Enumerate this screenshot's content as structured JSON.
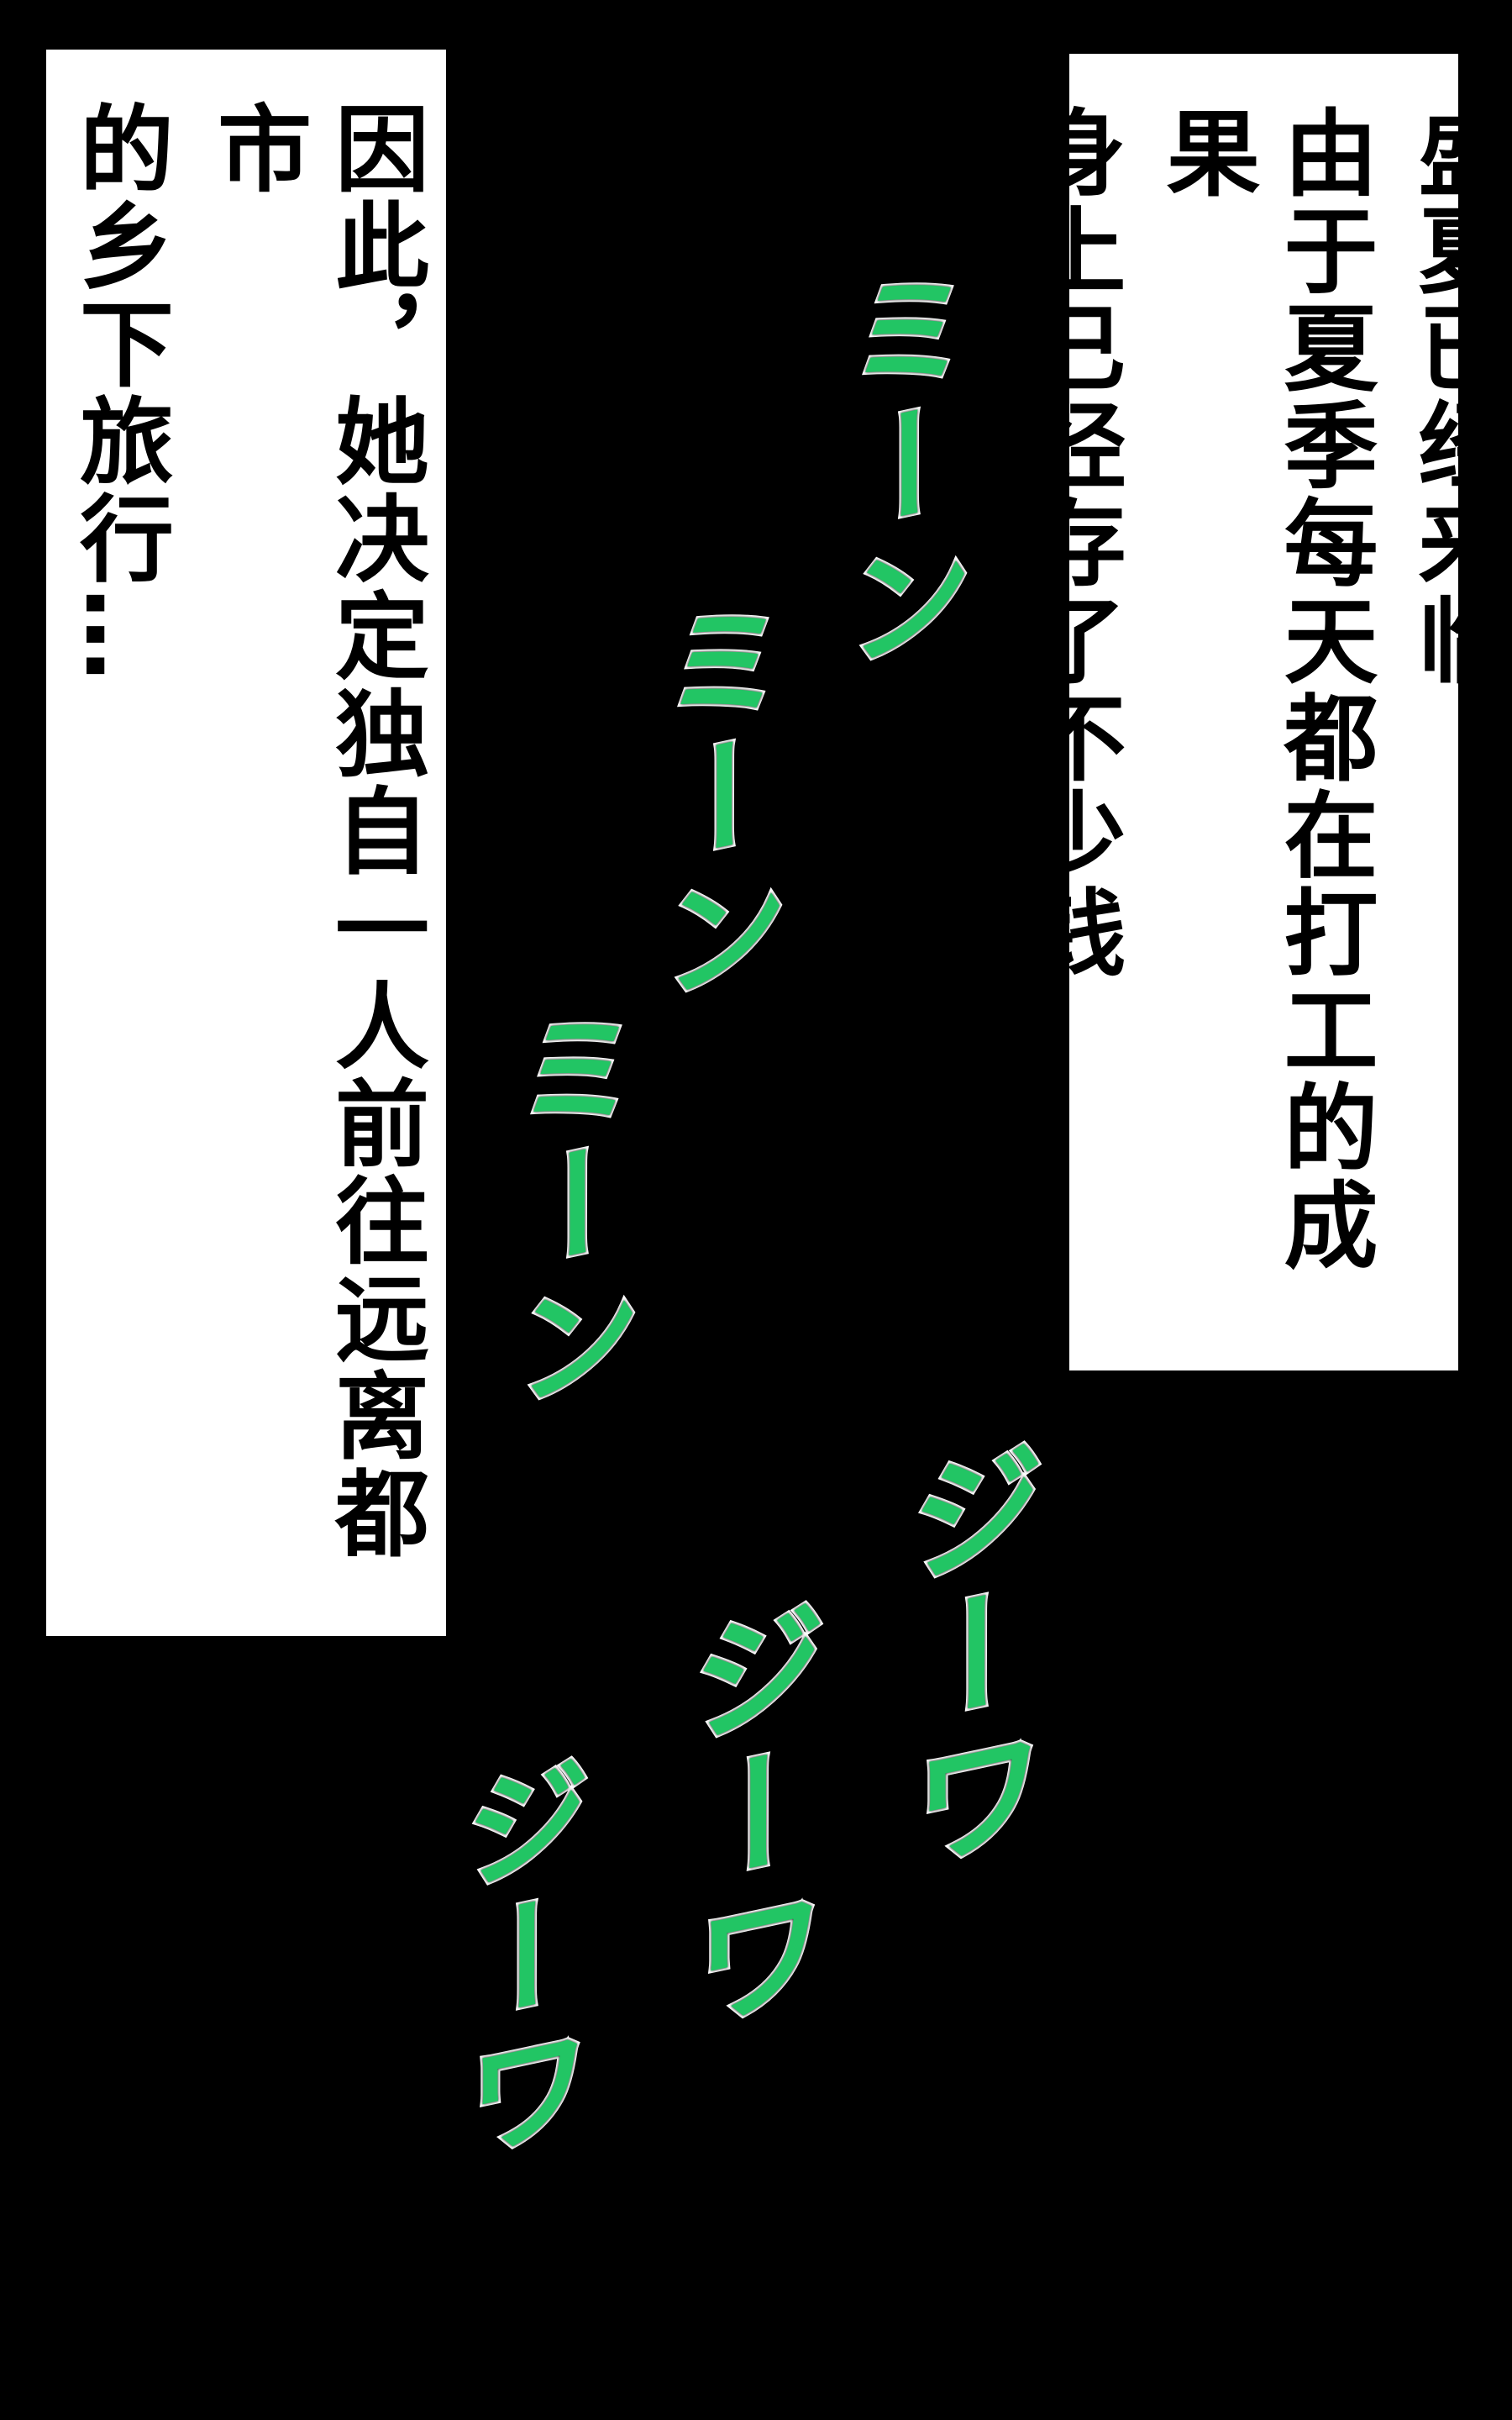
{
  "caption_right": {
    "lines": [
      "盛夏已经来临",
      "由于夏季每天都在打工的成果",
      "身上已经存了不少钱"
    ]
  },
  "caption_left": {
    "lines": [
      "因此，她决定独自一人前往远离都市",
      "的乡下旅行…"
    ]
  },
  "sound_effects": [
    "ミーン",
    "ミーン",
    "ミーン",
    "ジーワ",
    "ジーワ",
    "ジーワ"
  ],
  "colors": {
    "sfx": "#22c564",
    "background": "#000000",
    "caption_bg": "#ffffff"
  }
}
